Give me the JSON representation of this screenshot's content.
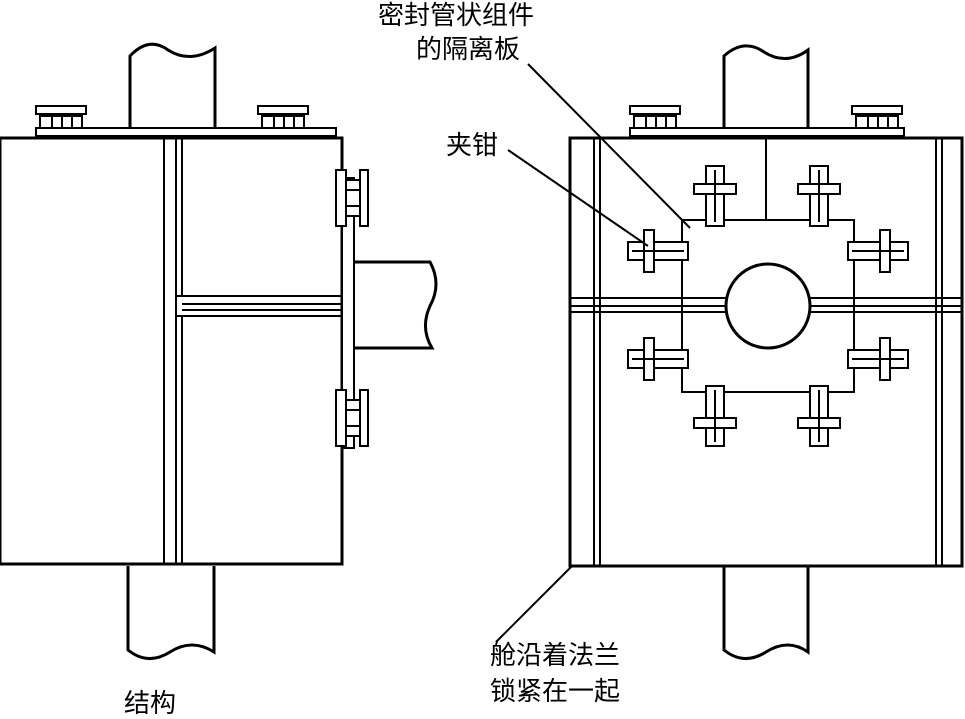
{
  "labels": {
    "separator_line1": "密封管状组件",
    "separator_line2": "的隔离板",
    "clamp": "夹钳",
    "flange_line1": "舱沿着法兰",
    "flange_line2": "锁紧在一起",
    "structure": "结构"
  },
  "colors": {
    "line": "#000000",
    "background": "#ffffff"
  }
}
